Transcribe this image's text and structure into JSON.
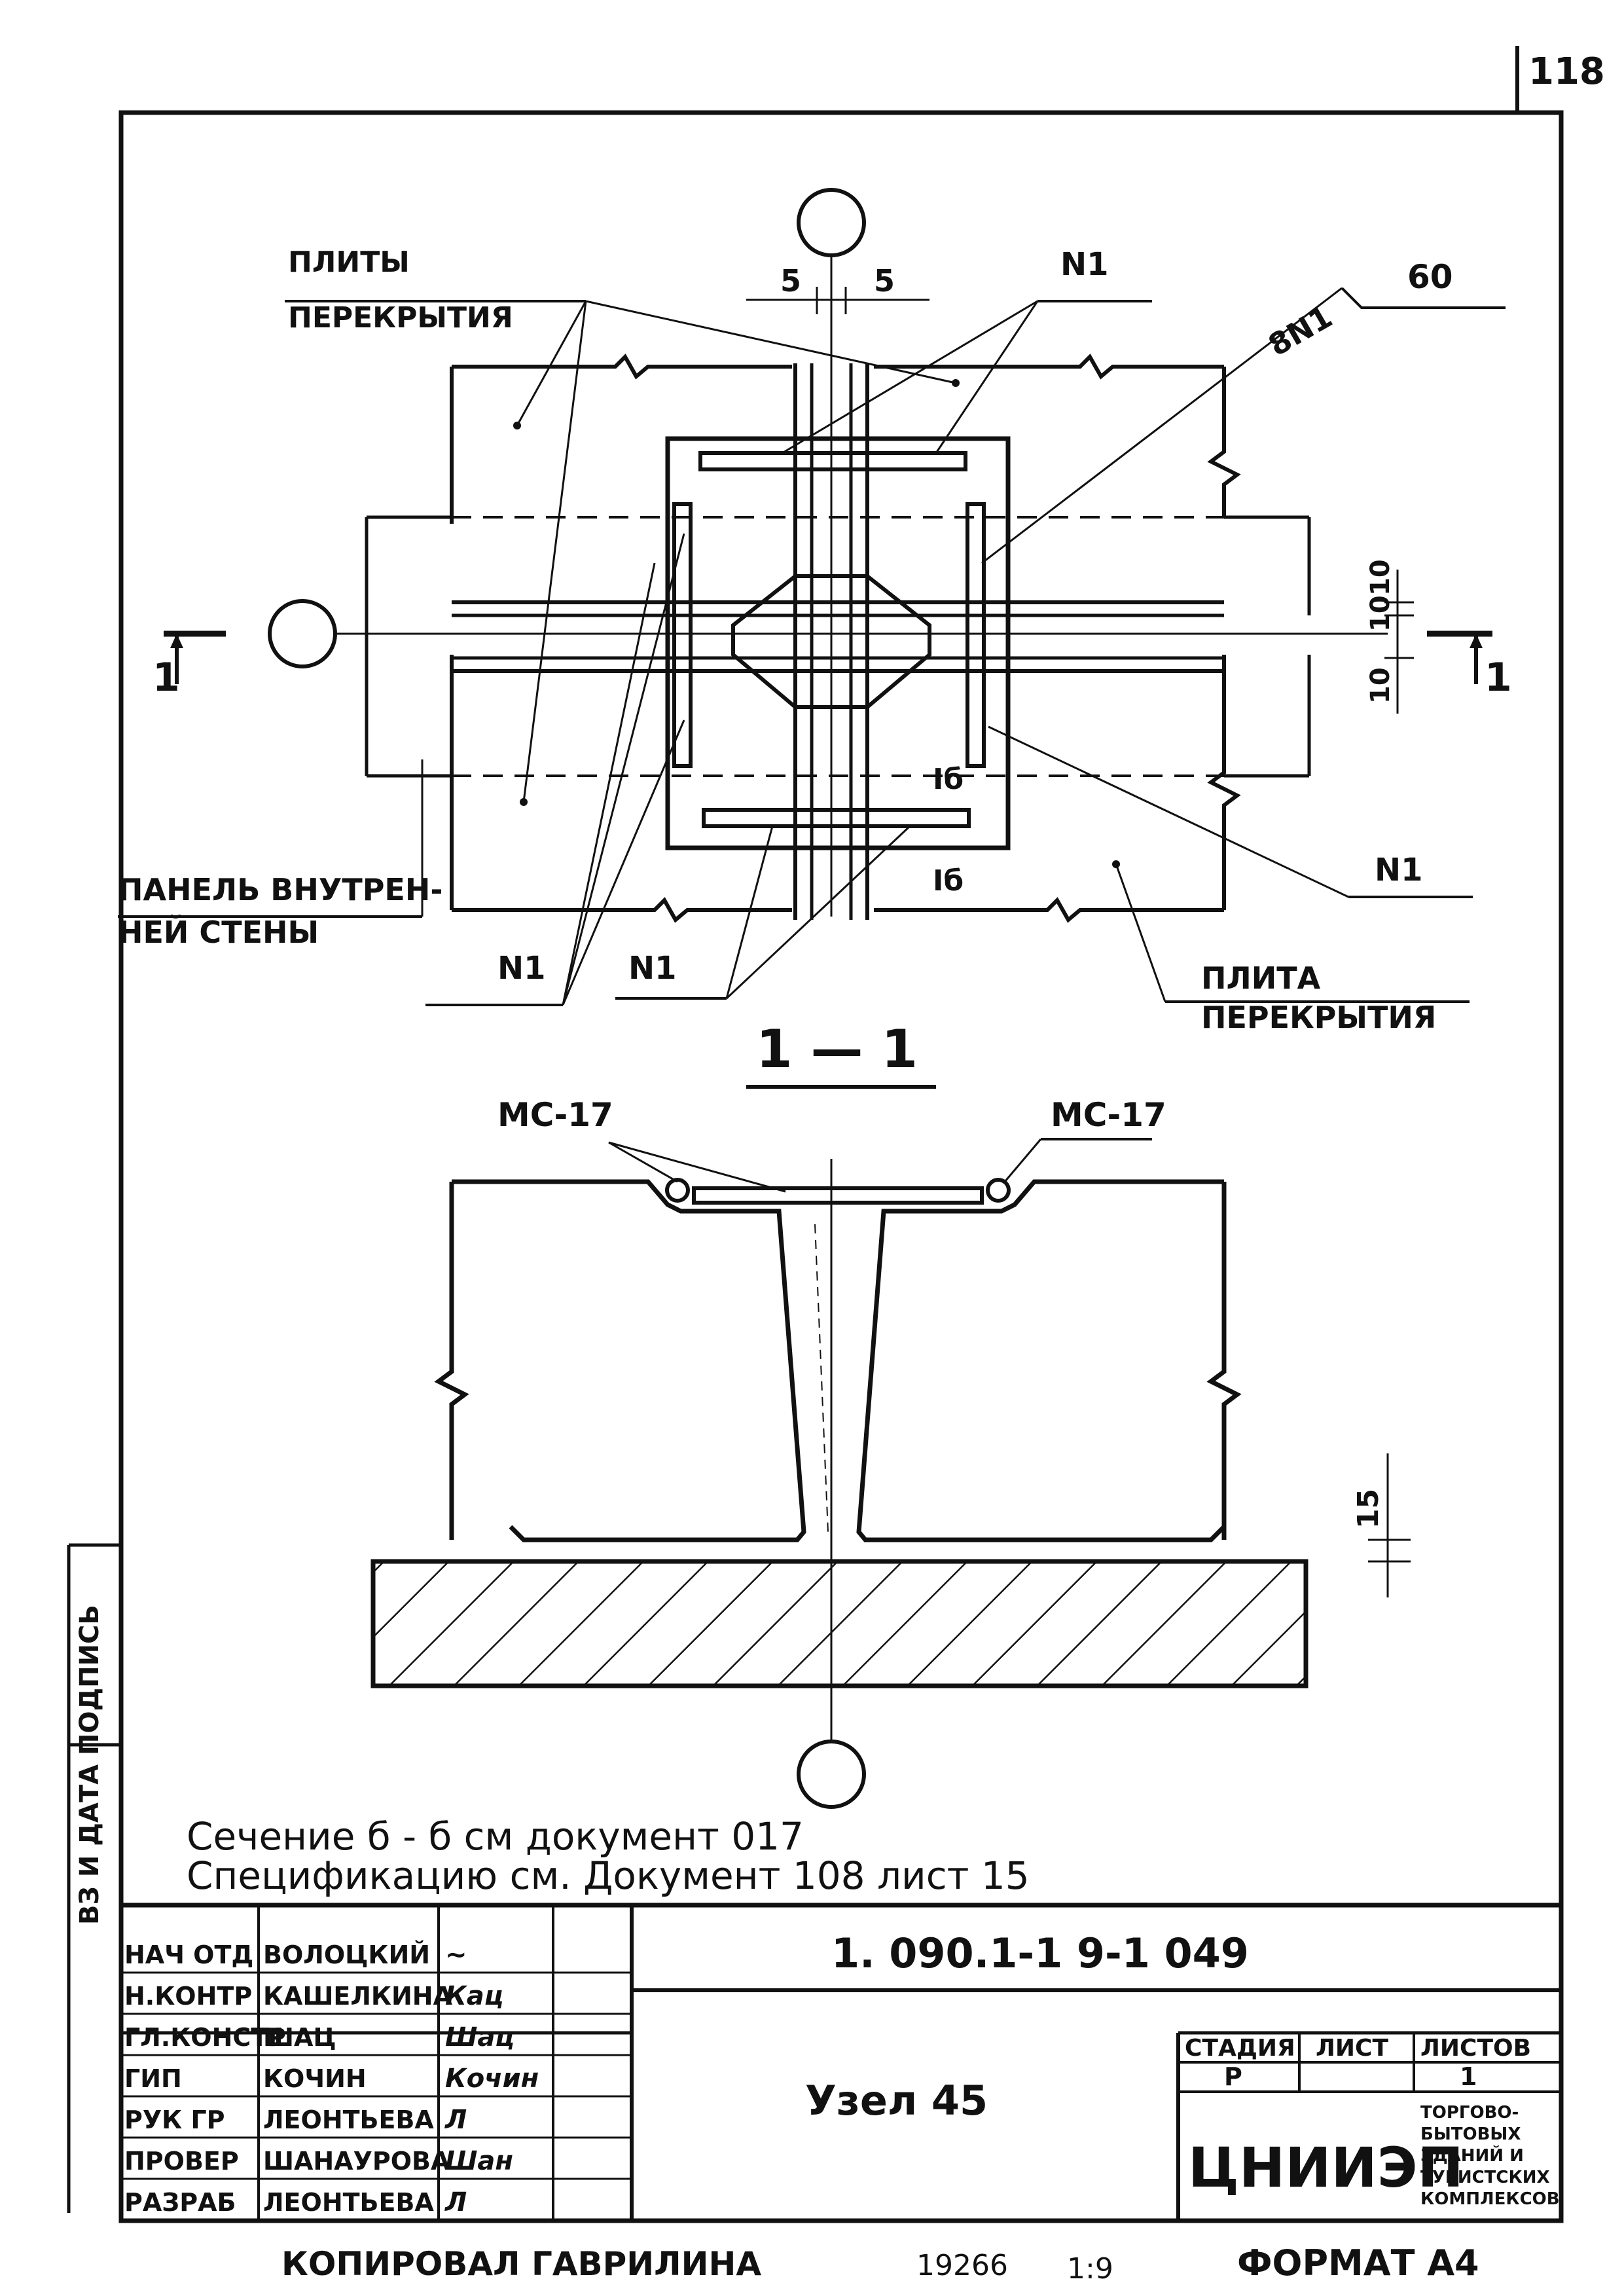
{
  "page_number": "118",
  "drawing": {
    "plan": {
      "axis_circles": [
        "",
        "",
        ""
      ],
      "labels": {
        "slabs_top_1": "ПЛИТЫ",
        "slabs_top_2": "ПЕРЕКРЫТИЯ",
        "dim_5_left": "5",
        "dim_5_right": "5",
        "n1_top": "N1",
        "dim_60": "60",
        "eight_n1": "8N1",
        "dim_10_a": "10",
        "dim_10_b": "10",
        "dim_10_c": "10",
        "section_left": "1",
        "section_right": "1",
        "panel_1": "ПАНЕЛЬ ВНУТРЕН-",
        "panel_2": "НЕЙ СТЕНЫ",
        "n1_bottom_left": "N1",
        "n1_bottom_mid": "N1",
        "n1_right": "N1",
        "b_upper": "Iб",
        "b_lower": "Iб",
        "slab_br_1": "ПЛИТА",
        "slab_br_2": "ПЕРЕКРЫТИЯ"
      }
    },
    "section": {
      "title": "1 — 1",
      "mc_left": "МС-17",
      "mc_right": "МС-17",
      "dim_15": "15"
    },
    "notes": {
      "line1": "Сечение  б - б  см  документ  017",
      "line2": "Спецификацию  см.  Документ  108  лист  15"
    }
  },
  "side_stamp": "ВЗ И ДАТА ПОДПИСЬ",
  "title_block": {
    "document_code": "1. 090.1-1   9-1   049",
    "title": "Узел 45",
    "staff": [
      {
        "role": "НАЧ ОТД",
        "name": "ВОЛОЦКИЙ",
        "sign": "~"
      },
      {
        "role": "Н.КОНТР",
        "name": "КАШЕЛКИНА",
        "sign": "Кац"
      },
      {
        "role": "ГЛ.КОНСТР",
        "name": "ШАЦ",
        "sign": "Шац"
      },
      {
        "role": "ГИП",
        "name": "КОЧИН",
        "sign": "Кочин"
      },
      {
        "role": "РУК ГР",
        "name": "ЛЕОНТЬЕВА",
        "sign": "Л"
      },
      {
        "role": "ПРОВЕР",
        "name": "ШАНАУРОВА",
        "sign": "Шан"
      },
      {
        "role": "РАЗРАБ",
        "name": "ЛЕОНТЬЕВА",
        "sign": "Л"
      }
    ],
    "stage_header": "СТАДИЯ",
    "sheet_header": "ЛИСТ",
    "sheets_header": "ЛИСТОВ",
    "stage_value": "Р",
    "sheet_value": "",
    "sheets_value": "1",
    "org": "ЦНИИЭП",
    "org_sub": [
      "ТОРГОВО-",
      "БЫТОВЫХ",
      "ЗДАНИЙ И",
      "ТУРИСТСКИХ",
      "КОМПЛЕКСОВ"
    ]
  },
  "footer": {
    "copied": "КОПИРОВАЛ  ГАВРИЛИНА",
    "number": "19266",
    "sheet_ref": "1:9",
    "format": "ФОРМАТ  А4"
  }
}
